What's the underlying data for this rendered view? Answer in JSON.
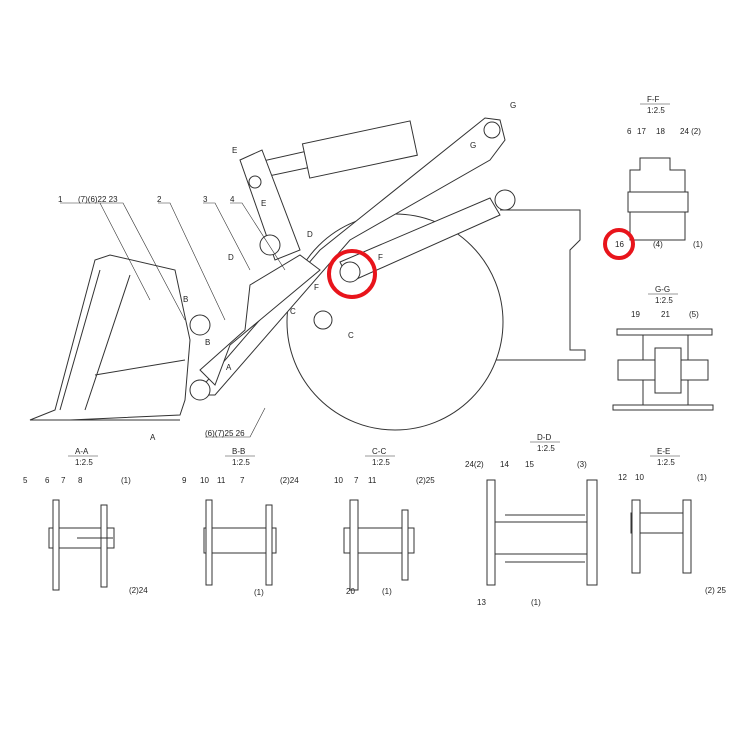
{
  "main_view": {
    "labels": [
      "1",
      "(7)(6)22 23",
      "2",
      "3",
      "4",
      "(6)(7)25 26"
    ],
    "section_markers": [
      "A",
      "A",
      "B",
      "B",
      "C",
      "C",
      "D",
      "D",
      "E",
      "E",
      "F",
      "F",
      "G",
      "G"
    ]
  },
  "sections": [
    {
      "title": "A-A",
      "scale": "1:2.5",
      "labels": [
        "5",
        "6",
        "7",
        "8",
        "(1)",
        "(2)24"
      ]
    },
    {
      "title": "B-B",
      "scale": "1:2.5",
      "labels": [
        "9",
        "10",
        "11",
        "7",
        "(2)24",
        "(1)"
      ]
    },
    {
      "title": "C-C",
      "scale": "1:2.5",
      "labels": [
        "10",
        "7",
        "11",
        "(2)25",
        "20",
        "(1)"
      ]
    },
    {
      "title": "D-D",
      "scale": "1:2.5",
      "labels": [
        "24(2)",
        "14",
        "15",
        "(3)",
        "13",
        "(1)"
      ]
    },
    {
      "title": "E-E",
      "scale": "1:2.5",
      "labels": [
        "12",
        "10",
        "(1)",
        "(2) 25"
      ]
    },
    {
      "title": "F-F",
      "scale": "1:2.5",
      "labels": [
        "6",
        "17",
        "18",
        "24 (2)",
        "16",
        "(4)",
        "(1)"
      ]
    },
    {
      "title": "G-G",
      "scale": "1:2.5",
      "labels": [
        "19",
        "21",
        "(5)"
      ]
    }
  ],
  "highlight_color": "#e8141b"
}
